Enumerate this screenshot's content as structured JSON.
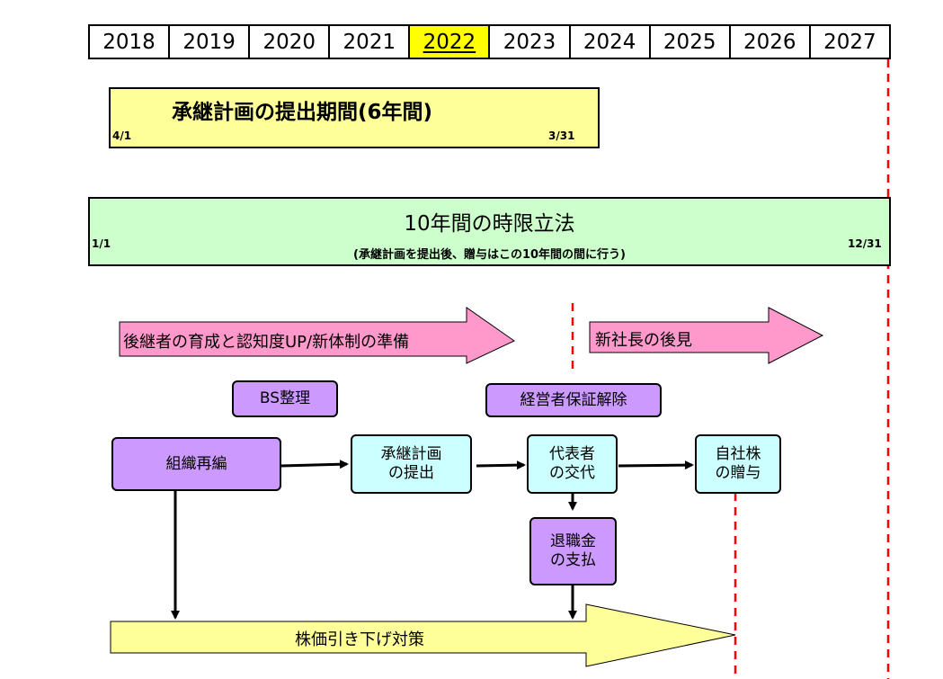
{
  "years": [
    "2018",
    "2019",
    "2020",
    "2021",
    "2022",
    "2023",
    "2024",
    "2025",
    "2026",
    "2027"
  ],
  "highlighted_year": "2022",
  "submission_period": {
    "title": "承継計画の提出期間(6年間)",
    "start": "4/1",
    "end": "3/31"
  },
  "time_limit": {
    "title": "10年間の時限立法",
    "subtitle": "(承継計画を提出後、贈与はこの10年間の間に行う)",
    "start": "1/1",
    "end": "12/31"
  },
  "phase_arrows": {
    "before": "後継者の育成と認知度UP/新体制の準備",
    "after": "新社長の後見"
  },
  "boxes": {
    "bs": "BS整理",
    "guarantee": "経営者保証解除",
    "reorg": "組織再編",
    "plan": "承継計画\nの提出",
    "rep": "代表者\nの交代",
    "gift": "自社株\nの贈与",
    "retire": "退職金\nの支払"
  },
  "bottom_arrow": "株価引き下げ対策",
  "colors": {
    "year_highlight": "#ffff00",
    "submission_fill": "#ffff99",
    "time_limit_fill": "#ccffcc",
    "pink_arrow": "#ff99cc",
    "purple_box": "#cc99ff",
    "cyan_box": "#ccffff",
    "yellow_arrow": "#ffff99",
    "dashed_line": "#ff0000"
  }
}
